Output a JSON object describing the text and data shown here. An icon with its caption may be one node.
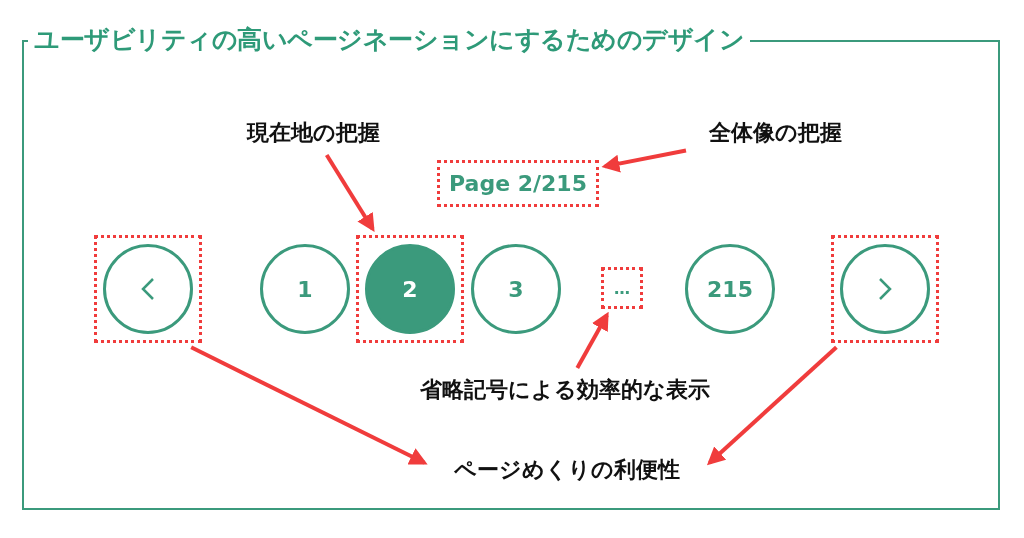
{
  "diagram": {
    "title": "ユーザビリティの高いページネーションにするためのデザイン",
    "nodes": [
      {
        "text": [
          "全体像の把握"
        ]
      },
      {
        "text": [
          "現在地の把握"
        ]
      },
      {
        "text": [
          "Page 2/215"
        ]
      },
      {
        "text": [],
        "shape": "circle"
      },
      {
        "text": [
          "1"
        ]
      },
      {
        "text": [
          "2"
        ]
      },
      {
        "text": [
          "3"
        ]
      },
      {
        "text": [
          "…"
        ]
      },
      {
        "text": [
          "215"
        ]
      },
      {
        "text": [],
        "shape": "circle"
      },
      {
        "text": [
          "省略記号による効率的な表示"
        ]
      },
      {
        "text": [
          "ページめくりの利便性"
        ]
      }
    ],
    "edges": [
      {
        "from": 0,
        "to": 2,
        "arrow": "to",
        "color": "#f03c3c"
      },
      {
        "from": 1,
        "to": 5,
        "arrow": "to",
        "color": "#f03c3c"
      },
      {
        "from": 10,
        "to": 7,
        "arrow": "to",
        "color": "#f03c3c"
      },
      {
        "from": 3,
        "to": 11,
        "arrow": "to",
        "color": "#f03c3c"
      },
      {
        "from": 9,
        "to": 11,
        "arrow": "to",
        "color": "#f03c3c"
      }
    ]
  }
}
